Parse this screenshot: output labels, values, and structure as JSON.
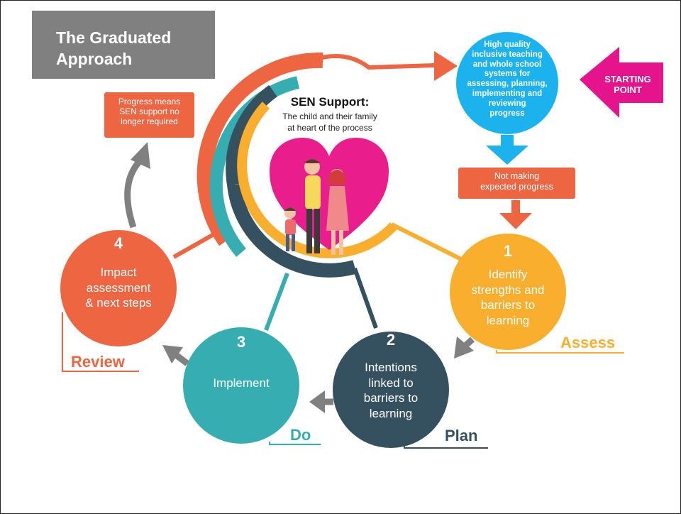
{
  "title": {
    "line1": "The Graduated Approach",
    "line2": ""
  },
  "center": {
    "heading": "SEN Support:",
    "subtitle_line1": "The child and their family",
    "subtitle_line2": "at heart of the process"
  },
  "start_circle": {
    "lines": [
      "High quality",
      "inclusive teaching",
      "and whole school",
      "systems for",
      "assessing, planning,",
      "implementing and",
      "reviewing",
      "progress"
    ]
  },
  "starting_point": {
    "line1": "STARTING",
    "line2": "POINT"
  },
  "not_progress": {
    "line1": "Not making",
    "line2": "expected progress"
  },
  "progress_box": {
    "line1": "Progress means",
    "line2": "SEN support no",
    "line3": "longer required"
  },
  "stages": [
    {
      "number": "1",
      "lines": [
        "Identify",
        "strengths and",
        "barriers to",
        "learning"
      ],
      "label": "Assess"
    },
    {
      "number": "2",
      "lines": [
        "Intentions",
        "linked to",
        "barriers to",
        "learning"
      ],
      "label": "Plan"
    },
    {
      "number": "3",
      "lines": [
        "Implement"
      ],
      "label": "Do"
    },
    {
      "number": "4",
      "lines": [
        "Impact",
        "assessment",
        "& next steps"
      ],
      "label": "Review"
    }
  ],
  "colors": {
    "assess": "#F9AE2E",
    "plan": "#35505F",
    "do": "#36AEB1",
    "review": "#EE6542",
    "start": "#1BB2EE",
    "starting_point": "#E5148C",
    "heart": "#E91E8C",
    "arrow_gray": "#808080",
    "title_bg": "#808080"
  }
}
